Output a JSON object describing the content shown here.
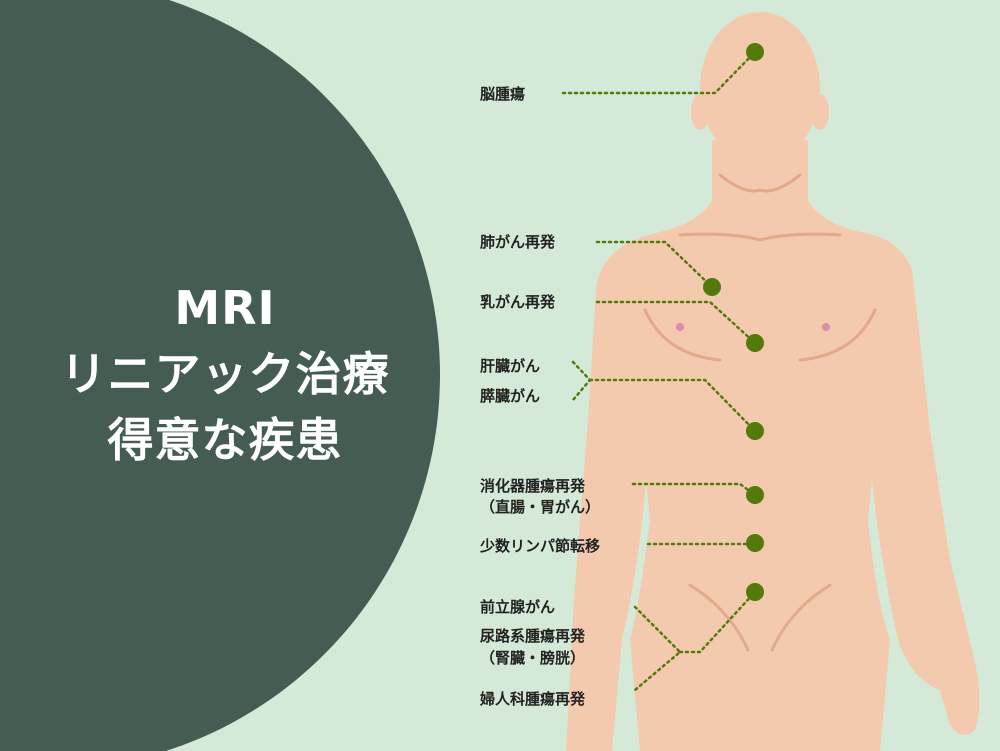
{
  "title": {
    "line1": "MRI",
    "line2": "リニアック治療",
    "line3": "得意な疾患"
  },
  "labels": {
    "brain": "脳腫瘍",
    "lung": "肺がん再発",
    "breast": "乳がん再発",
    "liver": "肝臓がん",
    "pancreas": "膵臓がん",
    "digestive1": "消化器腫瘍再発",
    "digestive2": "（直腸・胃がん）",
    "lymph": "少数リンパ節転移",
    "prostate": "前立腺がん",
    "urinary1": "尿路系腫瘍再発",
    "urinary2": "（腎臓・膀胱）",
    "gyn": "婦人科腫瘍再発"
  },
  "colors": {
    "background": "#d5e9d8",
    "circle": "#445c52",
    "skin": "#f3caae",
    "marker": "#557a0c"
  }
}
